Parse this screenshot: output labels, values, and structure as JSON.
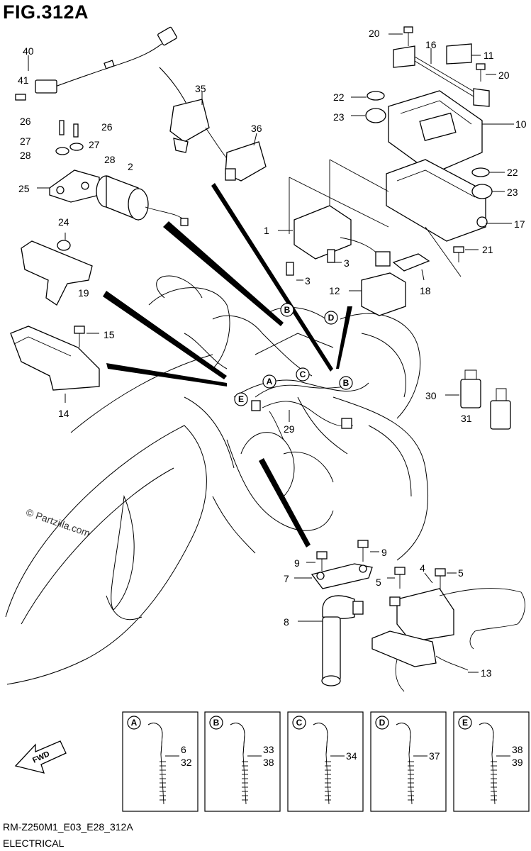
{
  "figure": {
    "title": "FIG.312A",
    "code": "RM-Z250M1_E03_E28_312A",
    "section": "ELECTRICAL",
    "watermark": "© Partzilla.com",
    "fwd_label": "FWD"
  },
  "callout_letters": [
    "A",
    "B",
    "C",
    "D",
    "E"
  ],
  "part_labels": [
    {
      "id": "p40",
      "text": "40"
    },
    {
      "id": "p41",
      "text": "41"
    },
    {
      "id": "p26a",
      "text": "26"
    },
    {
      "id": "p26b",
      "text": "26"
    },
    {
      "id": "p27a",
      "text": "27"
    },
    {
      "id": "p27b",
      "text": "27"
    },
    {
      "id": "p28a",
      "text": "28"
    },
    {
      "id": "p28b",
      "text": "28"
    },
    {
      "id": "p2",
      "text": "2"
    },
    {
      "id": "p25",
      "text": "25"
    },
    {
      "id": "p35",
      "text": "35"
    },
    {
      "id": "p36",
      "text": "36"
    },
    {
      "id": "p20a",
      "text": "20"
    },
    {
      "id": "p16",
      "text": "16"
    },
    {
      "id": "p11",
      "text": "11"
    },
    {
      "id": "p20b",
      "text": "20"
    },
    {
      "id": "p22a",
      "text": "22"
    },
    {
      "id": "p23a",
      "text": "23"
    },
    {
      "id": "p10",
      "text": "10"
    },
    {
      "id": "p22b",
      "text": "22"
    },
    {
      "id": "p23b",
      "text": "23"
    },
    {
      "id": "p17",
      "text": "17"
    },
    {
      "id": "p21",
      "text": "21"
    },
    {
      "id": "p1",
      "text": "1"
    },
    {
      "id": "p3a",
      "text": "3"
    },
    {
      "id": "p3b",
      "text": "3"
    },
    {
      "id": "p12",
      "text": "12"
    },
    {
      "id": "p18",
      "text": "18"
    },
    {
      "id": "p24",
      "text": "24"
    },
    {
      "id": "p19",
      "text": "19"
    },
    {
      "id": "p15",
      "text": "15"
    },
    {
      "id": "p14",
      "text": "14"
    },
    {
      "id": "p30",
      "text": "30"
    },
    {
      "id": "p31",
      "text": "31"
    },
    {
      "id": "p29",
      "text": "29"
    },
    {
      "id": "p9a",
      "text": "9"
    },
    {
      "id": "p9b",
      "text": "9"
    },
    {
      "id": "p7",
      "text": "7"
    },
    {
      "id": "p4",
      "text": "4"
    },
    {
      "id": "p5a",
      "text": "5"
    },
    {
      "id": "p5b",
      "text": "5"
    },
    {
      "id": "p8",
      "text": "8"
    },
    {
      "id": "p13",
      "text": "13"
    }
  ],
  "panels": [
    {
      "letter": "A",
      "labels": [
        "6",
        "32"
      ]
    },
    {
      "letter": "B",
      "labels": [
        "33",
        "38"
      ]
    },
    {
      "letter": "C",
      "labels": [
        "34"
      ]
    },
    {
      "letter": "D",
      "labels": [
        "37"
      ]
    },
    {
      "letter": "E",
      "labels": [
        "38",
        "39"
      ]
    }
  ]
}
